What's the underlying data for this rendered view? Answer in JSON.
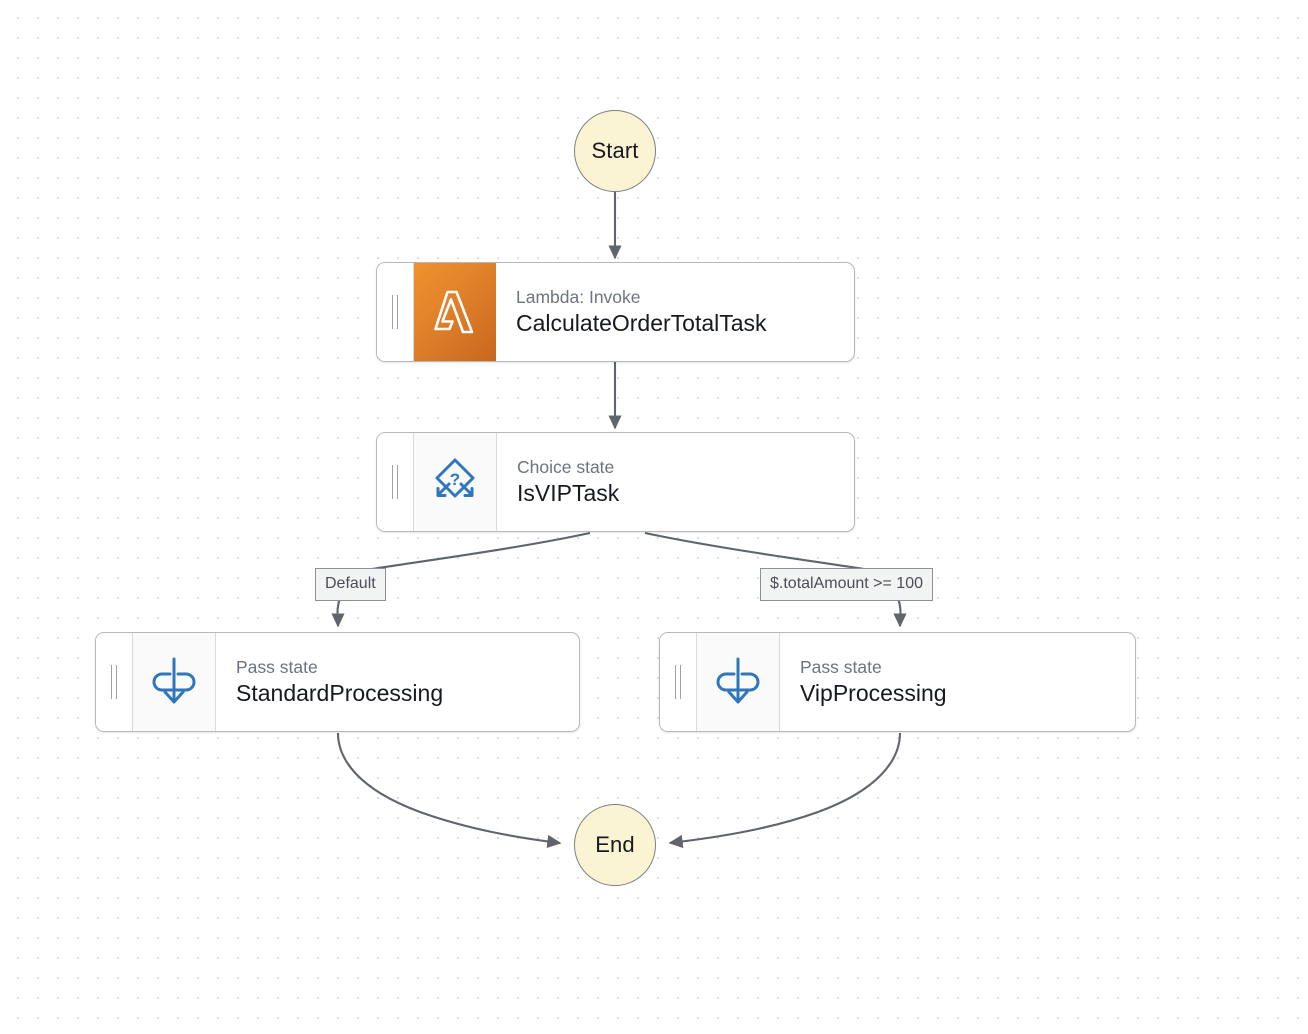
{
  "diagram": {
    "type": "aws-step-functions-workflow-graph",
    "background": "#ffffff",
    "grid_dot_color": "#dcdce0",
    "edge_color": "#5f646d",
    "terminal_fill": "#fbf4d3",
    "terminal_border": "#7d7f86",
    "node_border": "#b5b9bf",
    "icon_blue": "#2e77bc",
    "lambda_orange": "#e0802a",
    "kind_text_color": "#6d747d",
    "title_text_color": "#16191f"
  },
  "start": {
    "label": "Start"
  },
  "end": {
    "label": "End"
  },
  "nodes": [
    {
      "id": "calculate-order-total",
      "kind": "Lambda: Invoke",
      "title": "CalculateOrderTotalTask",
      "icon": "lambda-icon"
    },
    {
      "id": "is-vip",
      "kind": "Choice state",
      "title": "IsVIPTask",
      "icon": "choice-icon"
    },
    {
      "id": "standard-processing",
      "kind": "Pass state",
      "title": "StandardProcessing",
      "icon": "pass-icon"
    },
    {
      "id": "vip-processing",
      "kind": "Pass state",
      "title": "VipProcessing",
      "icon": "pass-icon"
    }
  ],
  "edge_labels": {
    "default_branch": "Default",
    "vip_branch": "$.totalAmount >= 100"
  }
}
